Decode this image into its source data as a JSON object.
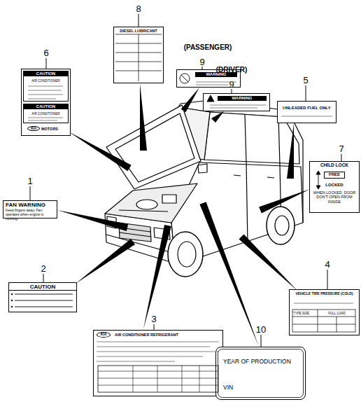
{
  "diagram": {
    "nodes": [
      {
        "text": [
          "FAN WARNING",
          "Keep fingers away. Fan operates when engine is running."
        ]
      },
      {
        "text": [
          "CAUTION"
        ]
      },
      {
        "text": [
          "KIA",
          "AIR CONDITIONER REFRIGERANT"
        ]
      },
      {
        "text": [
          "VEHICLE TIRE PRESSURE (COLD)",
          "TYPE SIZE",
          "FULL LOAD"
        ]
      },
      {
        "text": [
          "UNLEADED FUEL ONLY"
        ]
      },
      {
        "text": [
          "KIA",
          "MOTORS"
        ]
      },
      {
        "text": [
          "CAUTION",
          "AIR CONDITIONER"
        ],
        "in": 5
      },
      {
        "text": [
          "CAUTION",
          "AIR CONDITIONER"
        ],
        "in": 5
      },
      {
        "text": [
          "CHILD LOCK",
          "LOCKED",
          "WHEN LOCKED, DOOR DON'T OPEN FROM INSIDE"
        ]
      },
      {
        "text": [
          "FREE"
        ],
        "in": 8
      },
      {
        "text": [
          "DIESEL LUBRICANT"
        ]
      },
      {
        "text": [
          "WARNING"
        ]
      },
      {
        "text": [
          "WARNING"
        ]
      },
      {
        "text": [
          "YEAR OF PRODUCTION",
          "VIN"
        ]
      }
    ],
    "labels": [
      "8",
      "(PASSENGER)",
      "9",
      "(DRIVER)",
      "9",
      "5",
      "6",
      "7",
      "1",
      "4",
      "2",
      "3",
      "10"
    ]
  }
}
